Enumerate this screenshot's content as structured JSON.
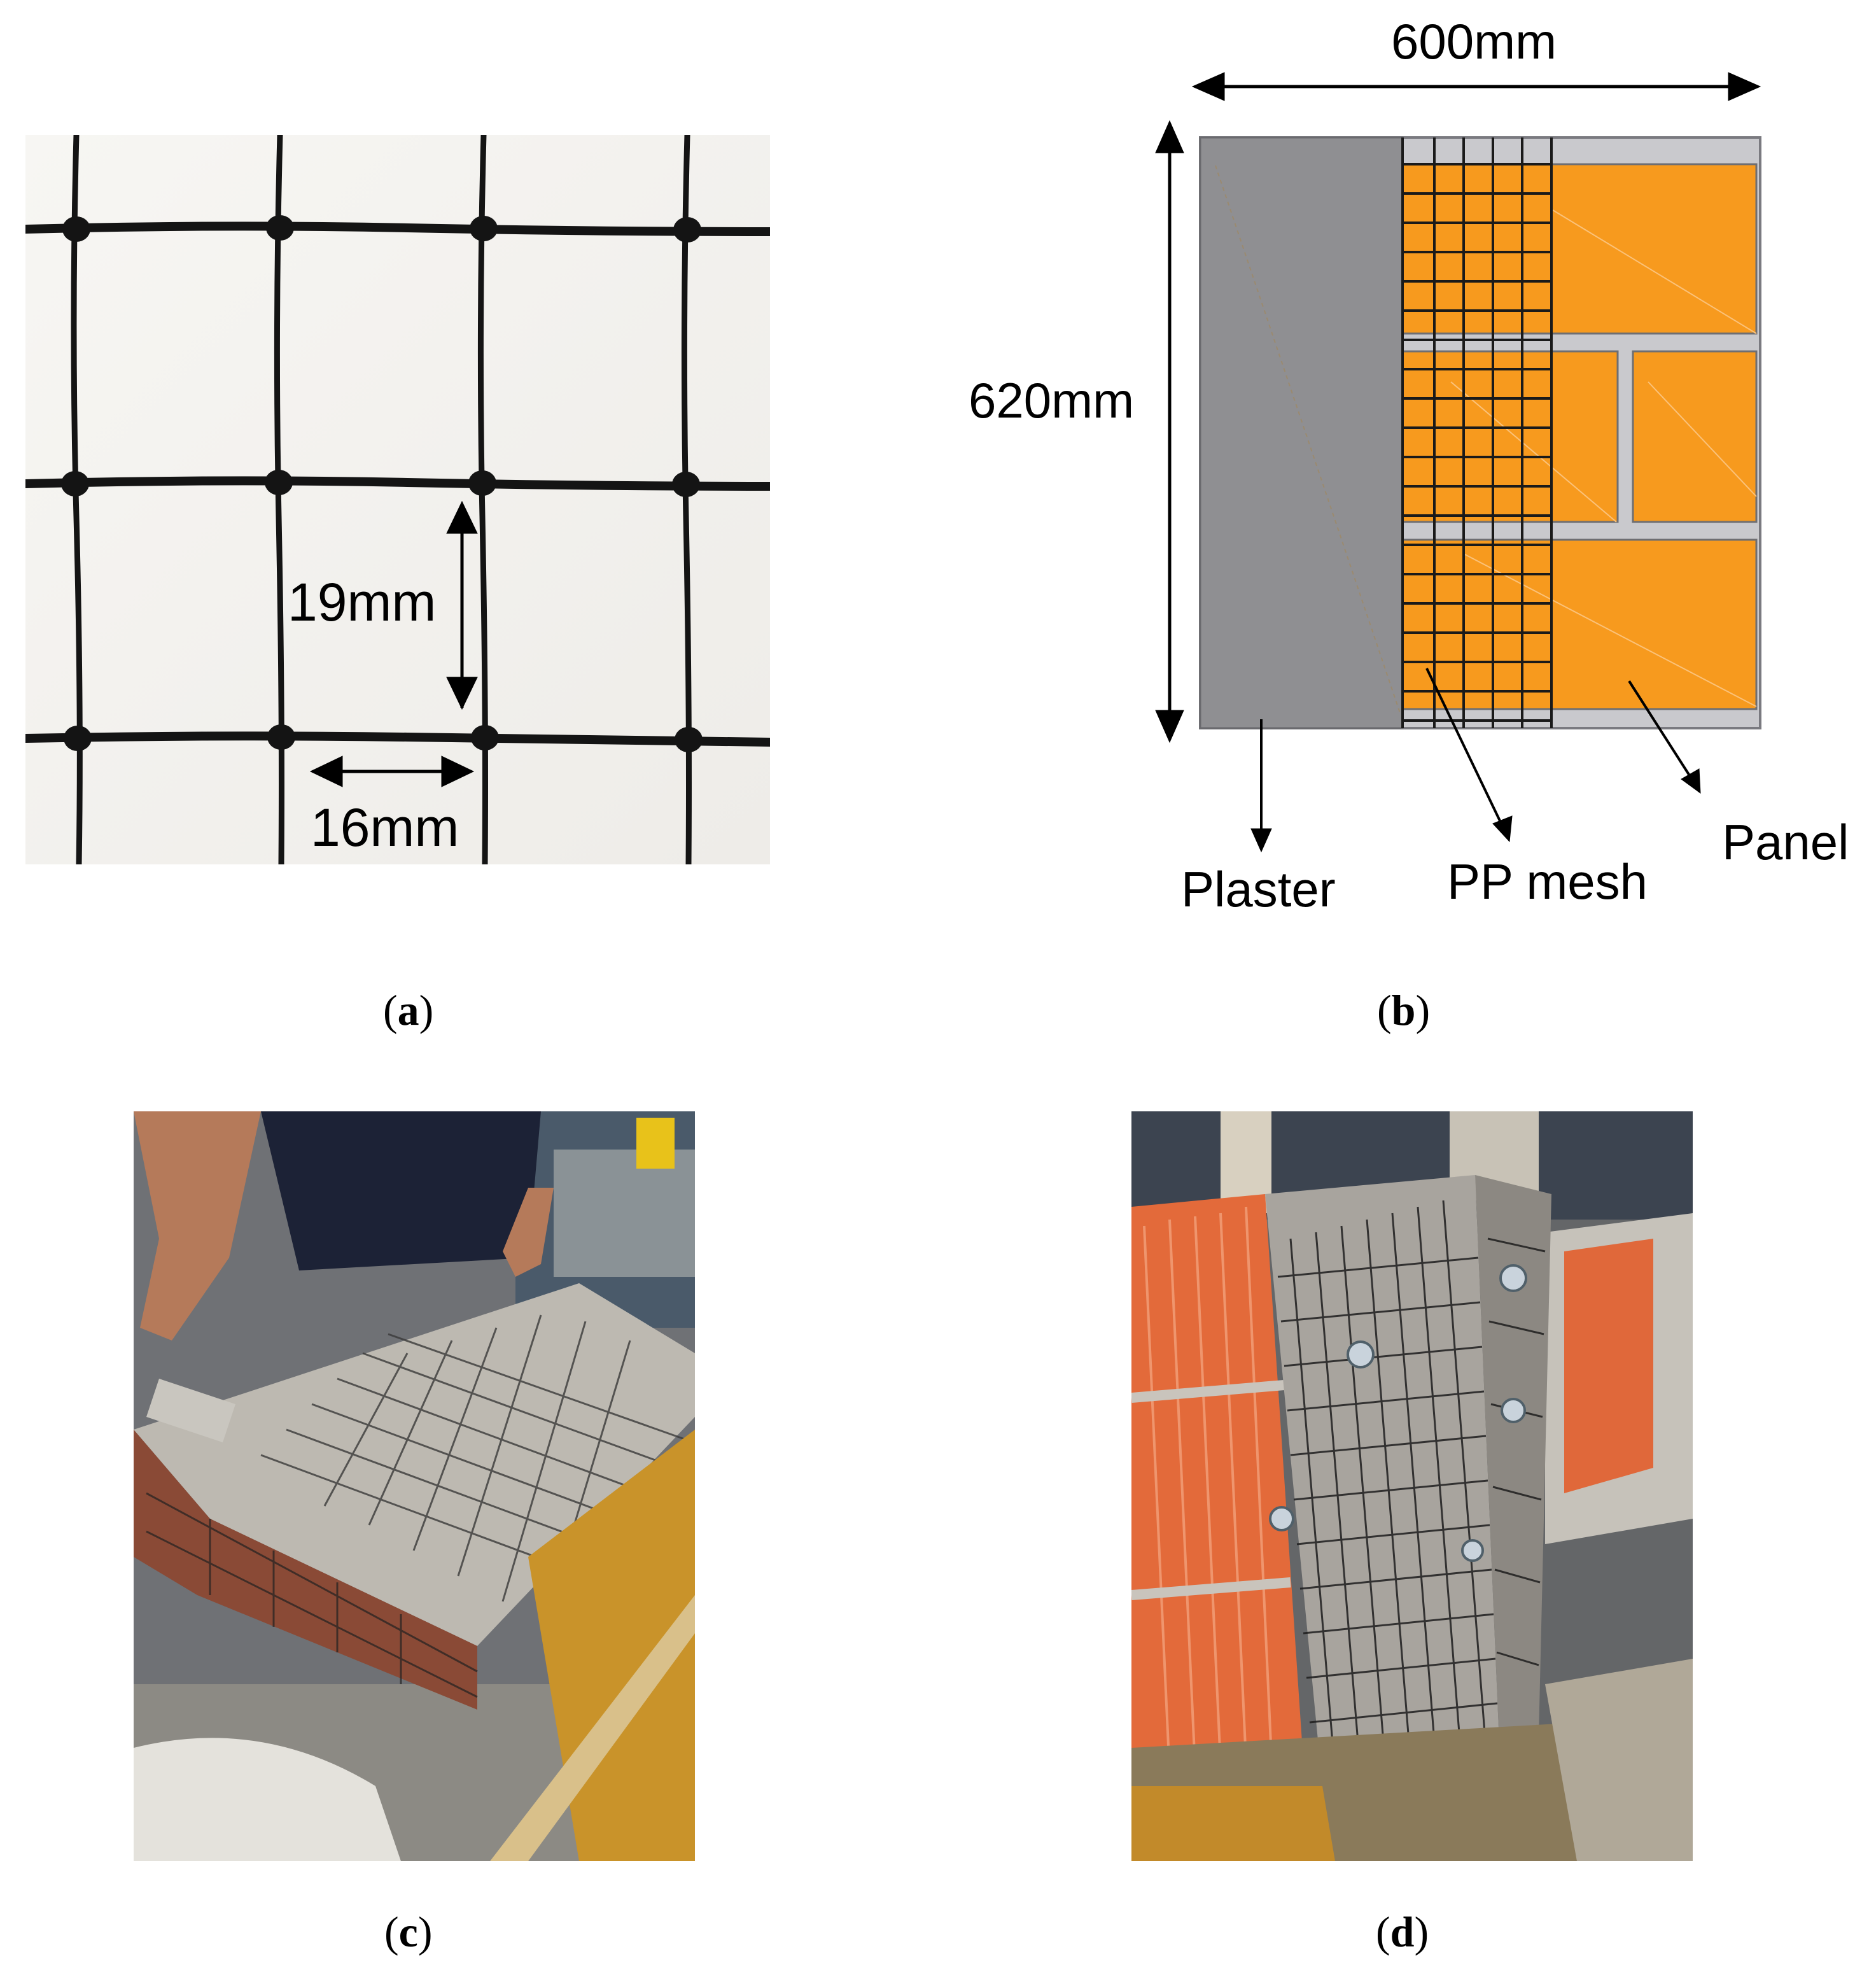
{
  "panel_a": {
    "dim_vertical": "19mm",
    "dim_horizontal": "16mm"
  },
  "panel_b": {
    "dim_width": "600mm",
    "dim_height": "620mm",
    "label_plaster": "Plaster",
    "label_mesh": "PP mesh",
    "label_panel": "Panel",
    "colors": {
      "plaster": "#8e8e90",
      "brick": "#f79a1e",
      "mortar": "#c8c8cc",
      "mesh": "#1a1a1a"
    }
  },
  "captions": {
    "a": "a",
    "b": "b",
    "c": "c",
    "d": "d"
  }
}
